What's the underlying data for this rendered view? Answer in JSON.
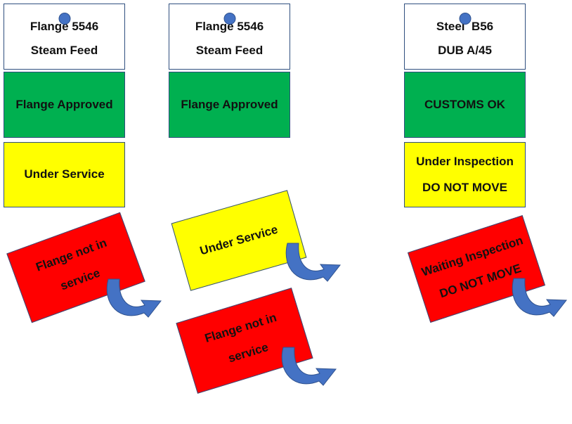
{
  "columns": [
    {
      "header": {
        "line1": "Flange 5546",
        "line2": "Steam Feed"
      },
      "status": "Flange Approved",
      "service_tag": "Under Service",
      "hanging_tag": {
        "line1": "Flange not in",
        "line2": "service"
      }
    },
    {
      "header": {
        "line1": "Flange 5546",
        "line2": "Steam Feed"
      },
      "status": "Flange Approved",
      "hanging_tag_1": "Under Service",
      "hanging_tag_2": {
        "line1": "Flange not in",
        "line2": "service"
      }
    },
    {
      "header": {
        "line1": "Steel  B56",
        "line2": "DUB A/45"
      },
      "status": "CUSTOMS OK",
      "inspection_tag": {
        "line1": "Under Inspection",
        "line2": "DO NOT MOVE"
      },
      "hanging_tag": {
        "line1": "Waiting Inspection",
        "line2": "DO NOT MOVE"
      }
    }
  ],
  "colors": {
    "approved_green": "#00b050",
    "warning_yellow": "#ffff00",
    "danger_red": "#ff0000",
    "arrow_blue": "#4472c4",
    "pin_blue": "#4472c4"
  }
}
